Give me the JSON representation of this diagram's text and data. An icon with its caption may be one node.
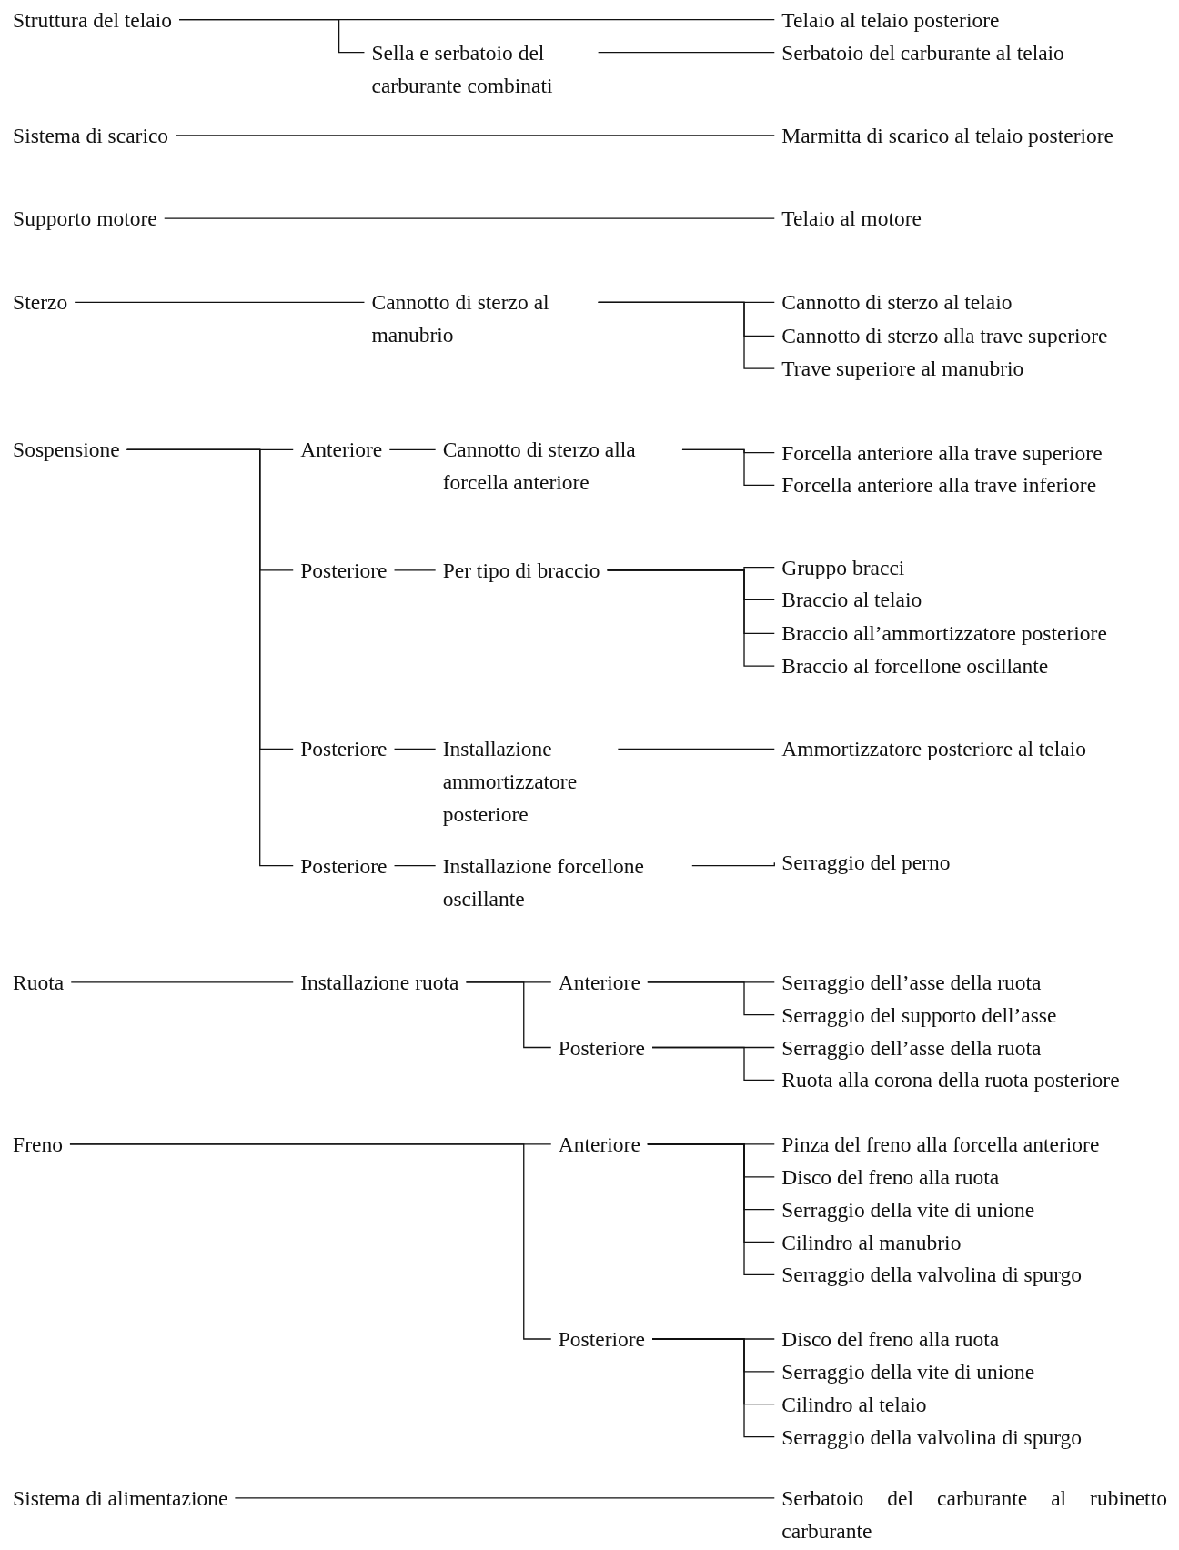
{
  "diagram": {
    "nodes": [
      {
        "text": [
          "Struttura del telaio"
        ]
      },
      {
        "text": [
          "Sella e serbatoio del carburante combinati"
        ]
      },
      {
        "text": [
          "Telaio al telaio posteriore"
        ]
      },
      {
        "text": [
          "Serbatoio del carburante al telaio"
        ]
      },
      {
        "text": [
          "Sistema di scarico"
        ]
      },
      {
        "text": [
          "Marmitta di scarico al telaio posteriore"
        ]
      },
      {
        "text": [
          "Supporto motore"
        ]
      },
      {
        "text": [
          "Telaio al motore"
        ]
      },
      {
        "text": [
          "Sterzo"
        ]
      },
      {
        "text": [
          "Cannotto di sterzo al manubrio"
        ]
      },
      {
        "text": [
          "Cannotto di sterzo al telaio"
        ]
      },
      {
        "text": [
          "Cannotto di sterzo alla trave superiore"
        ]
      },
      {
        "text": [
          "Trave superiore al manubrio"
        ]
      },
      {
        "text": [
          "Sospensione"
        ]
      },
      {
        "text": [
          "Anteriore"
        ]
      },
      {
        "text": [
          "Cannotto di sterzo alla forcella anteriore"
        ]
      },
      {
        "text": [
          "Forcella anteriore alla trave superiore"
        ]
      },
      {
        "text": [
          "Forcella anteriore alla trave inferiore"
        ]
      },
      {
        "text": [
          "Posteriore"
        ]
      },
      {
        "text": [
          "Per tipo di braccio"
        ]
      },
      {
        "text": [
          "Gruppo bracci"
        ]
      },
      {
        "text": [
          "Braccio al telaio"
        ]
      },
      {
        "text": [
          "Braccio all’ammortizzatore posteriore"
        ]
      },
      {
        "text": [
          "Braccio al forcellone oscillante"
        ]
      },
      {
        "text": [
          "Posteriore"
        ]
      },
      {
        "text": [
          "Installazione ammortizzatore posteriore"
        ]
      },
      {
        "text": [
          "Ammortizzatore posteriore al telaio"
        ]
      },
      {
        "text": [
          "Posteriore"
        ]
      },
      {
        "text": [
          "Installazione forcellone oscillante"
        ]
      },
      {
        "text": [
          "Serraggio del perno"
        ]
      },
      {
        "text": [
          "Ruota"
        ]
      },
      {
        "text": [
          "Installazione ruota"
        ]
      },
      {
        "text": [
          "Anteriore"
        ]
      },
      {
        "text": [
          "Posteriore"
        ]
      },
      {
        "text": [
          "Serraggio dell’asse della ruota"
        ]
      },
      {
        "text": [
          "Serraggio del supporto dell’asse"
        ]
      },
      {
        "text": [
          "Serraggio dell’asse della ruota"
        ]
      },
      {
        "text": [
          "Ruota alla corona della ruota posteriore"
        ]
      },
      {
        "text": [
          "Freno"
        ]
      },
      {
        "text": [
          "Anteriore"
        ]
      },
      {
        "text": [
          "Posteriore"
        ]
      },
      {
        "text": [
          "Pinza del freno alla forcella anteriore"
        ]
      },
      {
        "text": [
          "Disco del freno alla ruota"
        ]
      },
      {
        "text": [
          "Serraggio della vite di unione"
        ]
      },
      {
        "text": [
          "Cilindro al manubrio"
        ]
      },
      {
        "text": [
          "Serraggio della valvolina di spurgo"
        ]
      },
      {
        "text": [
          "Disco del freno alla ruota"
        ]
      },
      {
        "text": [
          "Serraggio della vite di unione"
        ]
      },
      {
        "text": [
          "Cilindro al telaio"
        ]
      },
      {
        "text": [
          "Serraggio della valvolina di spurgo"
        ]
      },
      {
        "text": [
          "Sistema di alimentazione"
        ]
      },
      {
        "text": [
          "Serbatoio del carburante al rubinetto carburante"
        ]
      }
    ],
    "edges": [
      {
        "from": 0,
        "to": 2,
        "arrow": "none"
      },
      {
        "from": 0,
        "to": 1,
        "arrow": "none"
      },
      {
        "from": 1,
        "to": 3,
        "arrow": "none"
      },
      {
        "from": 4,
        "to": 5,
        "arrow": "none"
      },
      {
        "from": 6,
        "to": 7,
        "arrow": "none"
      },
      {
        "from": 8,
        "to": 9,
        "arrow": "none"
      },
      {
        "from": 9,
        "to": 10,
        "arrow": "none"
      },
      {
        "from": 9,
        "to": 11,
        "arrow": "none"
      },
      {
        "from": 9,
        "to": 12,
        "arrow": "none"
      },
      {
        "from": 13,
        "to": 14,
        "arrow": "none"
      },
      {
        "from": 14,
        "to": 15,
        "arrow": "none"
      },
      {
        "from": 15,
        "to": 16,
        "arrow": "none"
      },
      {
        "from": 15,
        "to": 17,
        "arrow": "none"
      },
      {
        "from": 13,
        "to": 18,
        "arrow": "none"
      },
      {
        "from": 18,
        "to": 19,
        "arrow": "none"
      },
      {
        "from": 19,
        "to": 20,
        "arrow": "none"
      },
      {
        "from": 19,
        "to": 21,
        "arrow": "none"
      },
      {
        "from": 19,
        "to": 22,
        "arrow": "none"
      },
      {
        "from": 19,
        "to": 23,
        "arrow": "none"
      },
      {
        "from": 13,
        "to": 24,
        "arrow": "none"
      },
      {
        "from": 24,
        "to": 25,
        "arrow": "none"
      },
      {
        "from": 25,
        "to": 26,
        "arrow": "none"
      },
      {
        "from": 13,
        "to": 27,
        "arrow": "none"
      },
      {
        "from": 27,
        "to": 28,
        "arrow": "none"
      },
      {
        "from": 28,
        "to": 29,
        "arrow": "none"
      },
      {
        "from": 30,
        "to": 31,
        "arrow": "none"
      },
      {
        "from": 31,
        "to": 32,
        "arrow": "none"
      },
      {
        "from": 31,
        "to": 33,
        "arrow": "none"
      },
      {
        "from": 32,
        "to": 34,
        "arrow": "none"
      },
      {
        "from": 32,
        "to": 35,
        "arrow": "none"
      },
      {
        "from": 33,
        "to": 36,
        "arrow": "none"
      },
      {
        "from": 33,
        "to": 37,
        "arrow": "none"
      },
      {
        "from": 38,
        "to": 39,
        "arrow": "none"
      },
      {
        "from": 38,
        "to": 40,
        "arrow": "none"
      },
      {
        "from": 39,
        "to": 41,
        "arrow": "none"
      },
      {
        "from": 39,
        "to": 42,
        "arrow": "none"
      },
      {
        "from": 39,
        "to": 43,
        "arrow": "none"
      },
      {
        "from": 39,
        "to": 44,
        "arrow": "none"
      },
      {
        "from": 39,
        "to": 45,
        "arrow": "none"
      },
      {
        "from": 40,
        "to": 46,
        "arrow": "none"
      },
      {
        "from": 40,
        "to": 47,
        "arrow": "none"
      },
      {
        "from": 40,
        "to": 48,
        "arrow": "none"
      },
      {
        "from": 40,
        "to": 49,
        "arrow": "none"
      },
      {
        "from": 50,
        "to": 51,
        "arrow": "none"
      }
    ]
  }
}
